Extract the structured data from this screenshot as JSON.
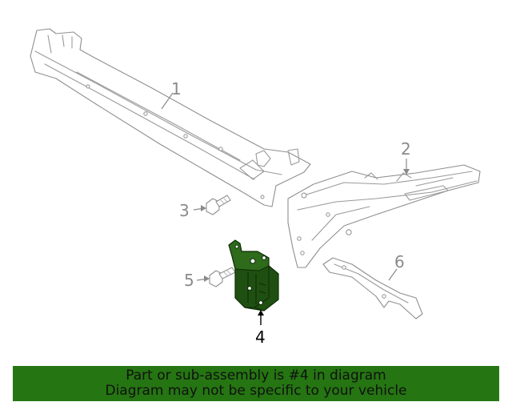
{
  "callouts": {
    "part1": "1",
    "part2": "2",
    "part3": "3",
    "part4": "4",
    "part5": "5",
    "part6": "6"
  },
  "highlight_part": "4",
  "banner": {
    "line1": "Part or sub-assembly is #4 in diagram",
    "line2": "Diagram may not be specific to your vehicle",
    "color": "#257512"
  },
  "colors": {
    "highlight": "#2e6b1b",
    "linework": "#9a9a9a"
  }
}
